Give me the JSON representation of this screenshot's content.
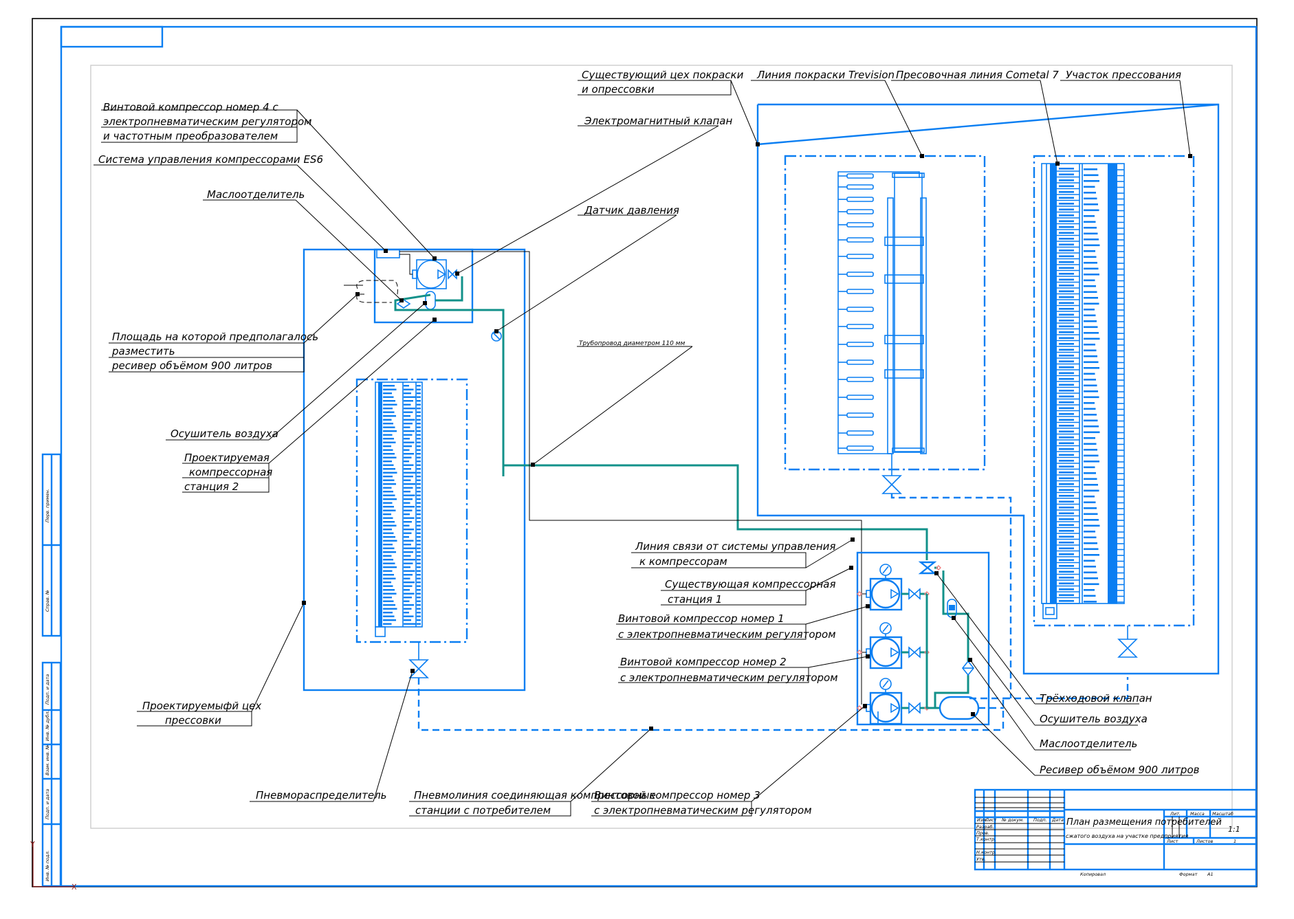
{
  "drawing": {
    "title_line1": "План размещения потребителей",
    "title_line2": "сжатого воздуха на участке предприятия",
    "scale": "1:1",
    "sheet_label": "Лист",
    "sheets_label": "Листов",
    "sheets_count": "1",
    "lit_label": "Лит.",
    "mass_label": "Масса",
    "scale_label": "Масштаб",
    "copied_label": "Копировал",
    "format_label": "Формат",
    "format_value": "A1",
    "title_block_headers": [
      "Изм.",
      "Лист",
      "№ докум.",
      "Подп.",
      "Дата"
    ],
    "title_block_roles": [
      "Разраб.",
      "Пров.",
      "Т.контр.",
      "",
      "Н.контр.",
      "Утв."
    ],
    "side_stamp_top": [
      "Перв. примен.",
      "Справ. №"
    ],
    "side_stamp_bottom": [
      "Подп. и дата",
      "Инв. № дубл.",
      "Взам. инв. №",
      "Подп. и дата",
      "Инв. № подл."
    ]
  },
  "labels": {
    "compressor4": [
      "Винтовой компрессор номер 4 с",
      "электропневматическим регулятором",
      "и частотным преобразователем"
    ],
    "control_system": "Система управления компрессорами ES6",
    "oil_separator_left": "Маслоотделитель",
    "receiver_area": [
      "Площадь на которой предполагалось",
      "разместить",
      "ресивер объёмом 900 литров"
    ],
    "dryer_left": "Осушитель воздуха",
    "station2": [
      "Проектируемая",
      "компрессорная",
      "станция 2"
    ],
    "press_shop": [
      "Проектируемыфй цех",
      "прессовки"
    ],
    "distributor": "Пневмораспределитель",
    "pneumoline": [
      "Пневмолиния соединяющая компрессорные",
      "станции с потребителем"
    ],
    "compressor3": [
      "Винтовой компрессор номер 3",
      "с электропневматическим регулятором"
    ],
    "paint_shop": [
      "Существующий цех покраски",
      "и опрессовки"
    ],
    "solenoid_valve": "Электромагнитный клапан",
    "pressure_sensor": "Датчик давления",
    "pipeline": "Трубопровод диаметром 110 мм",
    "paint_line": "Линия покраски Trevision",
    "press_line": "Пресовочная линия Cometal 7",
    "press_area": "Участок прессования",
    "comm_line": [
      "Линия связи от системы управления",
      "к компрессорам"
    ],
    "station1": [
      "Существующая компрессорная",
      "станция 1"
    ],
    "compressor1": [
      "Винтовой компрессор номер 1",
      "с электропневматическим регулятором"
    ],
    "compressor2": [
      "Винтовой компрессор номер 2",
      "с электропневматическим регулятором"
    ],
    "three_way_valve": "Трёхходовой клапан",
    "dryer_right": "Осушитель воздуха",
    "oil_separator_right": "Маслоотделитель",
    "receiver": "Ресивер объёмом  900 литров"
  },
  "colors": {
    "equipment": "#0a7ef2",
    "pipeline": "#12918a",
    "leader": "#000000",
    "node_marker": "#f08080"
  }
}
